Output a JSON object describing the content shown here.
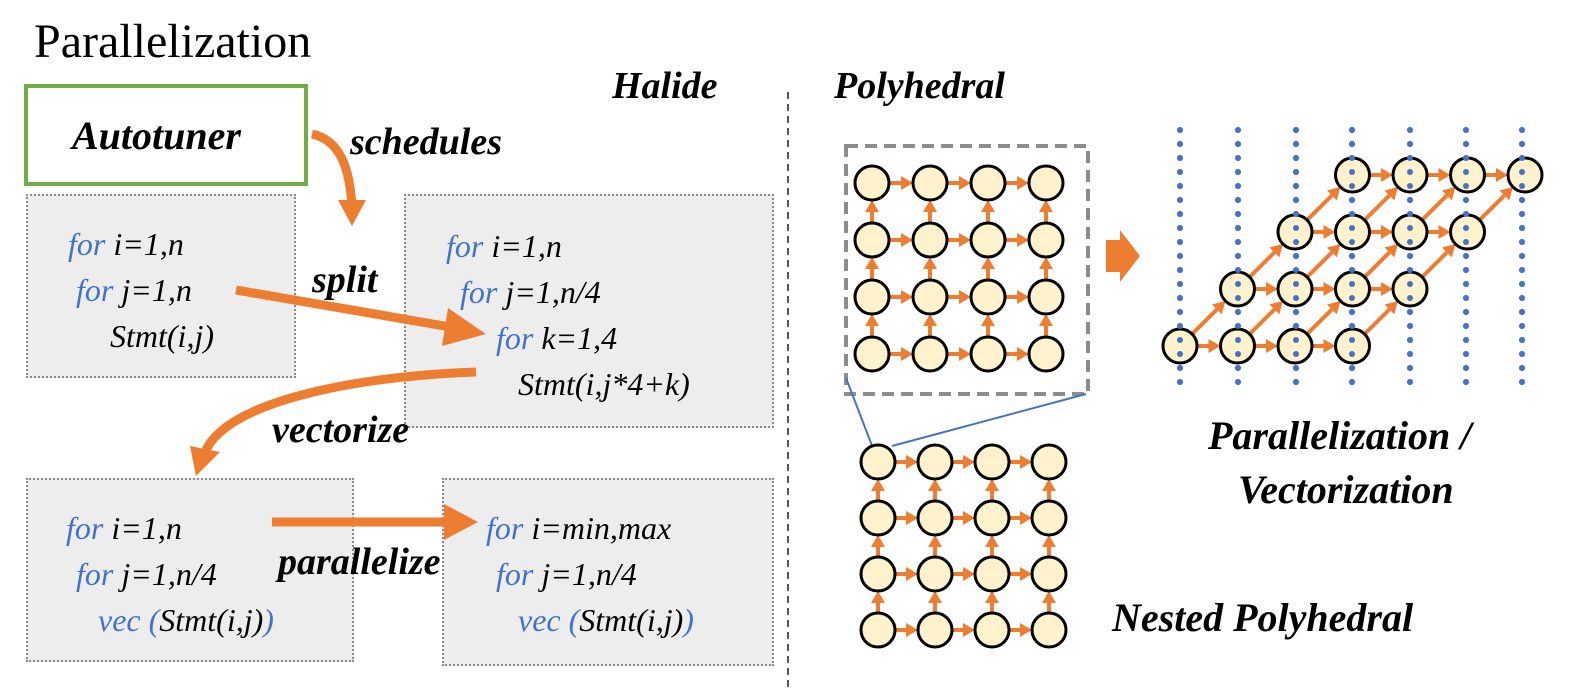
{
  "title": "Parallelization",
  "halide": {
    "heading": "Halide",
    "autotuner": "Autotuner",
    "schedules": "schedules",
    "split": "split",
    "vectorize": "vectorize",
    "parallelize": "parallelize",
    "box1": {
      "l1_kw": "for",
      "l1": " i=1,n",
      "l2_kw": "for",
      "l2": " j=1,n",
      "l3": "Stmt(i,j)"
    },
    "box2": {
      "l1_kw": "for",
      "l1": " i=1,n",
      "l2_kw": "for",
      "l2": " j=1,n/4",
      "l3_kw": "for",
      "l3": " k=1,4",
      "l4": "Stmt(i,j*4+k)"
    },
    "box3": {
      "l1_kw": "for",
      "l1": " i=1,n",
      "l2_kw": "for",
      "l2": " j=1,n/4",
      "l3_kw": "vec (",
      "l3": "Stmt(i,j)",
      "l3_end": ")"
    },
    "box4": {
      "l1_kw": "for",
      "l1": " i=min,max",
      "l2_kw": "for",
      "l2": " j=1,n/4",
      "l3_kw": "vec (",
      "l3": "Stmt(i,j)",
      "l3_end": ")"
    }
  },
  "polyhedral": {
    "heading": "Polyhedral",
    "nested_label": "Nested Polyhedral",
    "result_label_line1": "Parallelization /",
    "result_label_line2": "Vectorization"
  },
  "colors": {
    "accent_orange": "#ed7d31",
    "keyword_blue": "#4472c4",
    "node_fill": "#fff2cc",
    "autotuner_border": "#70ad47",
    "box_fill": "#ededed",
    "dot_blue": "#4472c4"
  }
}
